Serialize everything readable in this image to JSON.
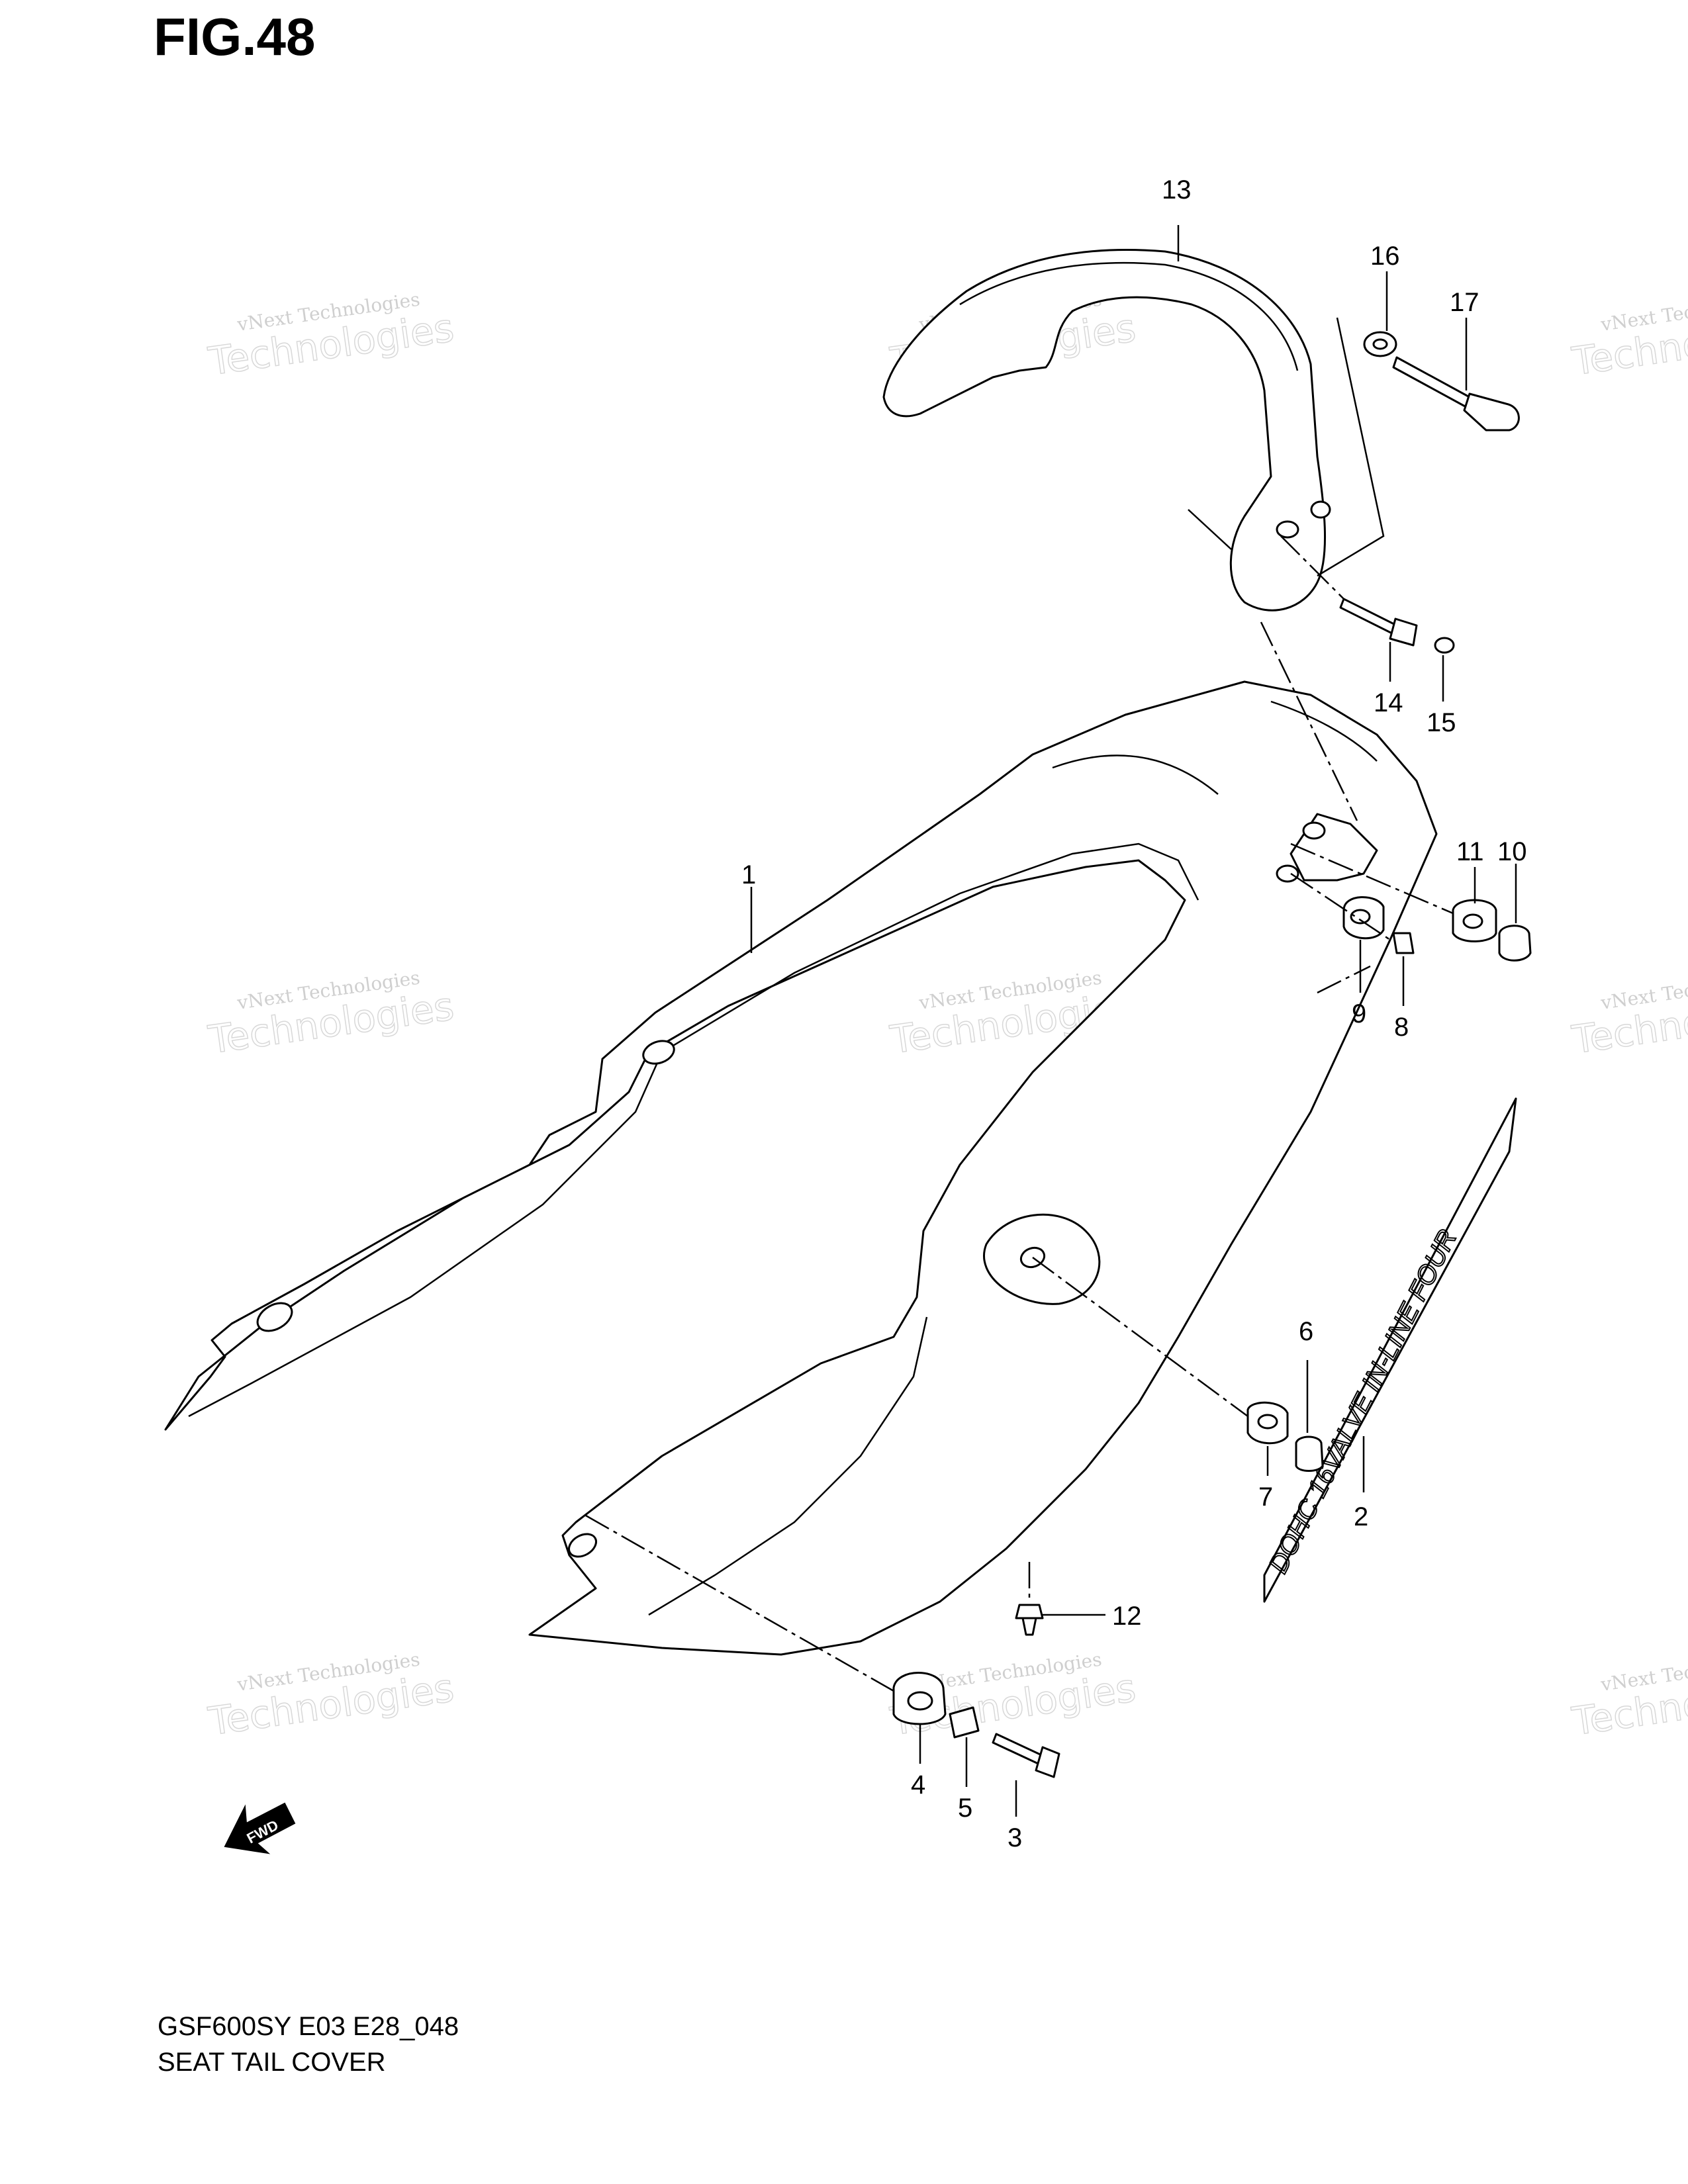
{
  "figure": {
    "title": "FIG.48",
    "model_code": "GSF600SY E03 E28_048",
    "assembly_name": "SEAT TAIL COVER"
  },
  "watermark": {
    "line1": "vNext Technologies",
    "line2": "Technologies",
    "overlay": "vNext"
  },
  "decal_text": "DOHC 16VALVE IN-LINE FOUR",
  "fwd_label": "FWD",
  "callouts": {
    "p1": "1",
    "p2": "2",
    "p3": "3",
    "p4": "4",
    "p5": "5",
    "p6": "6",
    "p7": "7",
    "p8": "8",
    "p9": "9",
    "p10": "10",
    "p11": "11",
    "p12": "12",
    "p13": "13",
    "p14": "14",
    "p15": "15",
    "p16": "16",
    "p17": "17"
  },
  "icons": {
    "fwd_arrow": "fwd-arrow-icon"
  }
}
